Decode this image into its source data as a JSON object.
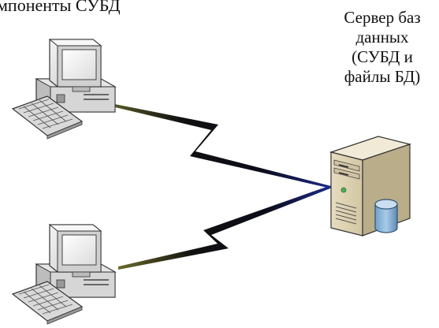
{
  "title": "мпоненты СУБД",
  "server": {
    "label_lines": [
      "Сервер баз",
      "данных",
      "(СУБД и",
      "файлы БД)"
    ]
  },
  "nodes": [
    {
      "name": "client-computer-1",
      "icon": "desktop-computer-icon"
    },
    {
      "name": "client-computer-2",
      "icon": "desktop-computer-icon"
    },
    {
      "name": "database-server",
      "icon": "server-tower-icon"
    }
  ],
  "connections": [
    {
      "from": "client-computer-1",
      "to": "database-server",
      "style": "lightning-link"
    },
    {
      "from": "client-computer-2",
      "to": "database-server",
      "style": "lightning-link"
    }
  ]
}
